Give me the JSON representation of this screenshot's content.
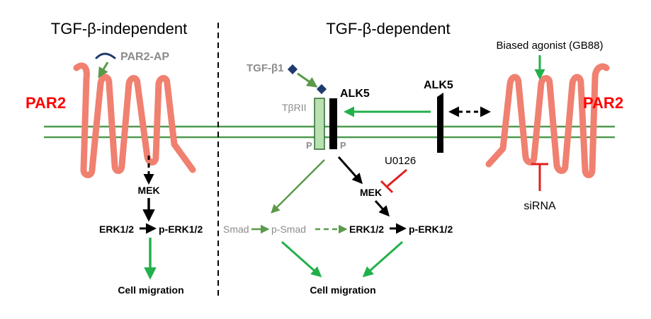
{
  "sections": {
    "left_title": "TGF-β-independent",
    "right_title": "TGF-β-dependent"
  },
  "labels": {
    "par2_left": "PAR2",
    "par2_right": "PAR2",
    "par2_ap": "PAR2-AP",
    "tgf_b1": "TGF-β1",
    "tbrii": "TβRII",
    "alk5_complex": "ALK5",
    "alk5_free": "ALK5",
    "p_tbrii": "P",
    "p_alk5": "P",
    "biased_agonist": "Biased agonist (GB88)",
    "u0126": "U0126",
    "sirna": "siRNA",
    "mek_left": "MEK",
    "erk_left": "ERK1/2",
    "perk_left": "p-ERK1/2",
    "cell_migration_left": "Cell migration",
    "smad": "Smad",
    "psmad": "p-Smad",
    "mek_right": "MEK",
    "erk_right": "ERK1/2",
    "perk_right": "p-ERK1/2",
    "cell_migration_right": "Cell migration"
  },
  "colors": {
    "membrane": "#4e9a4e",
    "receptor": "#f08070",
    "par2_text": "#ff0000",
    "green_arrow": "#22b04a",
    "dark_green_arrow": "#5a9a4a",
    "inhibitor": "#e02020",
    "grey_text": "#8c8c8c",
    "ligand": "#1f3a6e",
    "tbrii_fill": "#b8e0b0"
  }
}
